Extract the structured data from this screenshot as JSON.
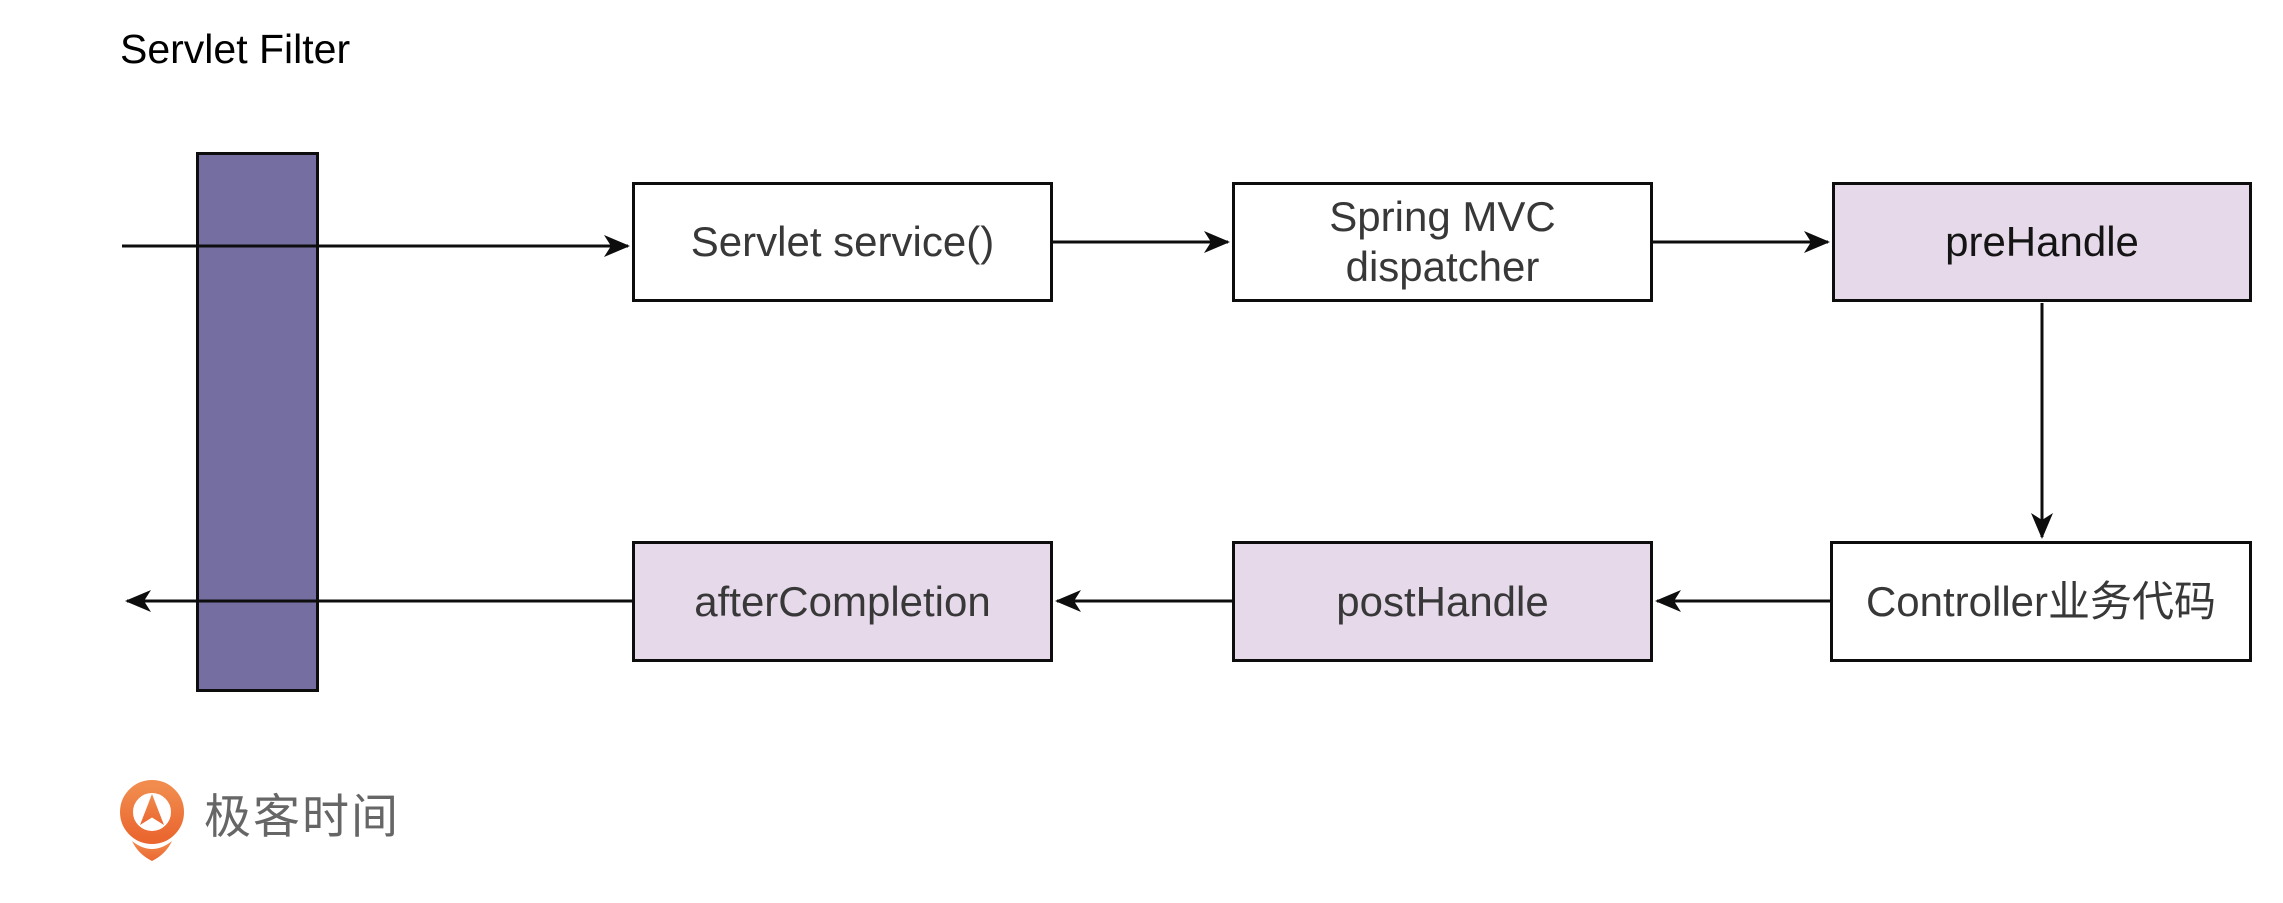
{
  "diagram": {
    "title": "Servlet Filter",
    "nodes": {
      "servlet_service": "Servlet service()",
      "dispatcher": "Spring MVC\ndispatcher",
      "prehandle": "preHandle",
      "controller": "Controller业务代码",
      "posthandle": "postHandle",
      "aftercompletion": "afterCompletion"
    },
    "flow": [
      "request-in -> servlet_service",
      "servlet_service -> dispatcher",
      "dispatcher -> prehandle",
      "prehandle -> controller",
      "controller -> posthandle",
      "posthandle -> aftercompletion",
      "aftercompletion -> response-out"
    ],
    "colors": {
      "filter_bar_fill": "#756EA1",
      "interceptor_fill": "#E6D9EA",
      "plain_fill": "#FFFFFF",
      "stroke": "#0D0D0D",
      "box_text": "#383838",
      "title_text": "#000000"
    }
  },
  "branding": {
    "logo_text": "极客时间",
    "logo_orange_light": "#F18C4E",
    "logo_orange_dark": "#EA6730",
    "logo_text_color": "#666666"
  }
}
